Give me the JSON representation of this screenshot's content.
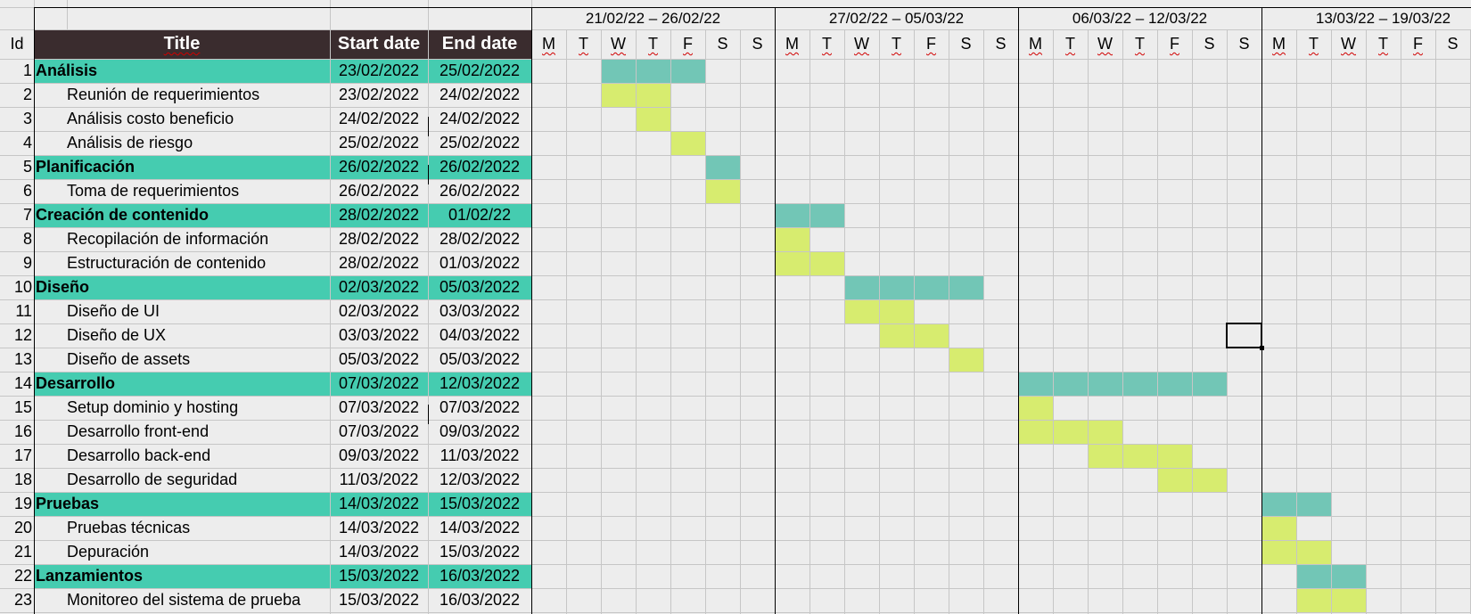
{
  "sheet": {
    "headers": {
      "id": "Id",
      "title": "Title",
      "start": "Start date",
      "end": "End date"
    },
    "weeks": [
      "21/02/22 – 26/02/22",
      "27/02/22 – 05/03/22",
      "06/03/22 – 12/03/22",
      "13/03/22 – 19/03/22"
    ],
    "days": [
      "M",
      "T",
      "W",
      "T",
      "F",
      "S",
      "S",
      "M",
      "T",
      "W",
      "T",
      "F",
      "S",
      "S",
      "M",
      "T",
      "W",
      "T",
      "F",
      "S",
      "S",
      "M",
      "T",
      "W",
      "T",
      "F",
      "S"
    ],
    "colors": {
      "header": "#3a2c2e",
      "phase_row": "#45ccb0",
      "phase_bar": "#72c6b6",
      "task_bar": "#d7ec6f"
    },
    "rows": [
      {
        "id": "1",
        "title": "Análisis",
        "start": "23/02/2022",
        "end": "25/02/2022",
        "phase": true,
        "bar": [
          2,
          4
        ]
      },
      {
        "id": "2",
        "title": "Reunión de requerimientos",
        "start": "23/02/2022",
        "end": "24/02/2022",
        "phase": false,
        "bar": [
          2,
          3
        ]
      },
      {
        "id": "3",
        "title": "Análisis costo beneficio",
        "start": "24/02/2022",
        "end": "24/02/2022",
        "phase": false,
        "bar": [
          3,
          3
        ]
      },
      {
        "id": "4",
        "title": "Análisis de riesgo",
        "start": "25/02/2022",
        "end": "25/02/2022",
        "phase": false,
        "bar": [
          4,
          4
        ]
      },
      {
        "id": "5",
        "title": "Planificación",
        "start": "26/02/2022",
        "end": "26/02/2022",
        "phase": true,
        "bar": [
          5,
          5
        ]
      },
      {
        "id": "6",
        "title": "Toma de requerimientos",
        "start": "26/02/2022",
        "end": "26/02/2022",
        "phase": false,
        "bar": [
          5,
          5
        ]
      },
      {
        "id": "7",
        "title": "Creación de contenido",
        "start": "28/02/2022",
        "end": "01/02/22",
        "phase": true,
        "bar": [
          7,
          8
        ]
      },
      {
        "id": "8",
        "title": "Recopilación de información",
        "start": "28/02/2022",
        "end": "28/02/2022",
        "phase": false,
        "bar": [
          7,
          7
        ]
      },
      {
        "id": "9",
        "title": "Estructuración de contenido",
        "start": "28/02/2022",
        "end": "01/03/2022",
        "phase": false,
        "bar": [
          7,
          8
        ]
      },
      {
        "id": "10",
        "title": "Diseño",
        "start": "02/03/2022",
        "end": "05/03/2022",
        "phase": true,
        "bar": [
          9,
          12
        ]
      },
      {
        "id": "11",
        "title": "Diseño de UI",
        "start": "02/03/2022",
        "end": "03/03/2022",
        "phase": false,
        "bar": [
          9,
          10
        ]
      },
      {
        "id": "12",
        "title": "Diseño de UX",
        "start": "03/03/2022",
        "end": "04/03/2022",
        "phase": false,
        "bar": [
          10,
          11
        ]
      },
      {
        "id": "13",
        "title": "Diseño de assets",
        "start": "05/03/2022",
        "end": "05/03/2022",
        "phase": false,
        "bar": [
          12,
          12
        ]
      },
      {
        "id": "14",
        "title": "Desarrollo",
        "start": "07/03/2022",
        "end": "12/03/2022",
        "phase": true,
        "bar": [
          14,
          19
        ]
      },
      {
        "id": "15",
        "title": "Setup dominio y hosting",
        "start": "07/03/2022",
        "end": "07/03/2022",
        "phase": false,
        "bar": [
          14,
          14
        ]
      },
      {
        "id": "16",
        "title": "Desarrollo front-end",
        "start": "07/03/2022",
        "end": "09/03/2022",
        "phase": false,
        "bar": [
          14,
          16
        ]
      },
      {
        "id": "17",
        "title": "Desarrollo back-end",
        "start": "09/03/2022",
        "end": "11/03/2022",
        "phase": false,
        "bar": [
          16,
          18
        ]
      },
      {
        "id": "18",
        "title": "Desarrollo de seguridad",
        "start": "11/03/2022",
        "end": "12/03/2022",
        "phase": false,
        "bar": [
          18,
          19
        ]
      },
      {
        "id": "19",
        "title": "Pruebas",
        "start": "14/03/2022",
        "end": "15/03/2022",
        "phase": true,
        "bar": [
          21,
          22
        ]
      },
      {
        "id": "20",
        "title": "Pruebas técnicas",
        "start": "14/03/2022",
        "end": "14/03/2022",
        "phase": false,
        "bar": [
          21,
          21
        ]
      },
      {
        "id": "21",
        "title": "Depuración",
        "start": "14/03/2022",
        "end": "15/03/2022",
        "phase": false,
        "bar": [
          21,
          22
        ]
      },
      {
        "id": "22",
        "title": "Lanzamientos",
        "start": "15/03/2022",
        "end": "16/03/2022",
        "phase": true,
        "bar": [
          22,
          23
        ]
      },
      {
        "id": "23",
        "title": "Monitoreo del sistema de prueba",
        "start": "15/03/2022",
        "end": "16/03/2022",
        "phase": false,
        "bar": [
          22,
          23
        ]
      }
    ],
    "selected_cell": {
      "row": "12",
      "day_index": 20
    }
  }
}
